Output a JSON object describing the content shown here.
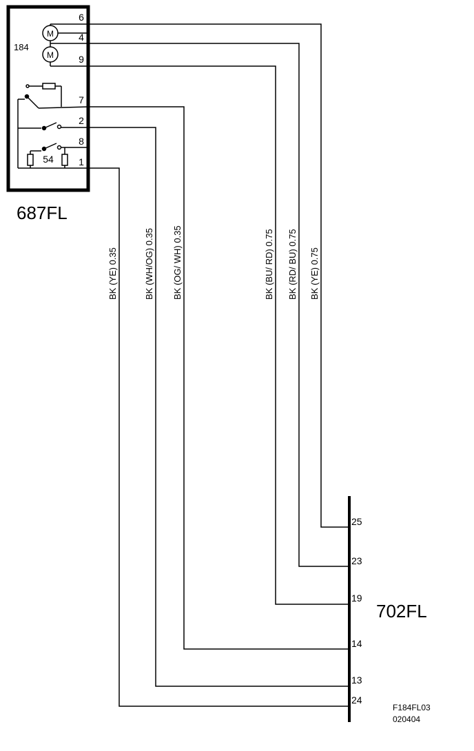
{
  "component_left": {
    "name": "687FL",
    "inner_id": "184",
    "relay_label": "54",
    "motor_symbol": "M",
    "pins": [
      "6",
      "4",
      "9",
      "7",
      "2",
      "8",
      "1"
    ]
  },
  "component_right": {
    "name": "702FL",
    "pins": [
      "25",
      "23",
      "19",
      "14",
      "13",
      "24"
    ]
  },
  "wires": [
    {
      "label": "BK  (YE)  0.35"
    },
    {
      "label": "BK  (WH/OG)  0.35"
    },
    {
      "label": "BK  (OG/ WH)  0.35"
    },
    {
      "label": "BK  (BU/ RD)  0.75"
    },
    {
      "label": "BK  (RD/ BU)  0.75"
    },
    {
      "label": "BK  (YE)  0.75"
    }
  ],
  "footer": {
    "code": "F184FL03",
    "date": "020404"
  },
  "colors": {
    "ink": "#000000",
    "background": "#ffffff"
  }
}
